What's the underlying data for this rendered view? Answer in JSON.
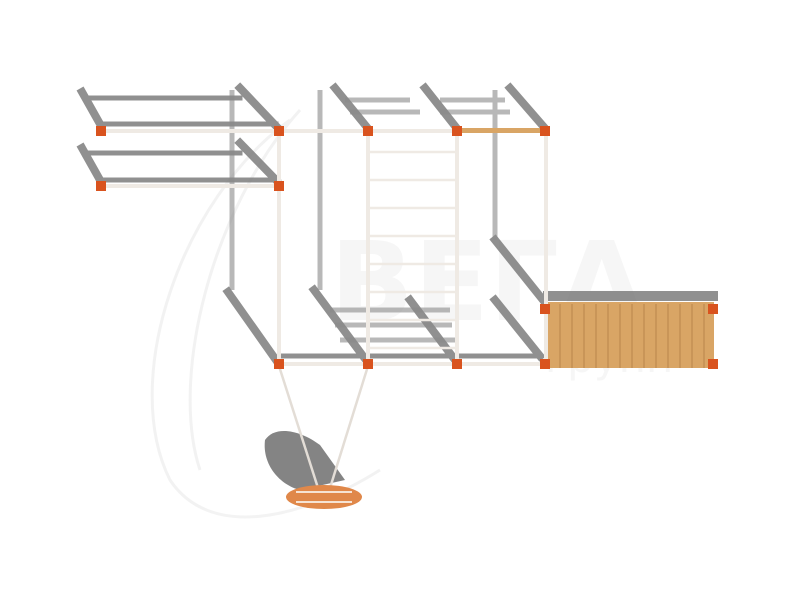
{
  "image": {
    "subject": "playground-complex-top-view",
    "watermark": {
      "brand": "ВЕГА",
      "suffix": "групп"
    }
  },
  "colors": {
    "cap": "#d9531e",
    "post": "#efeae4",
    "shadow": "#7d7d7d",
    "wood": "#d9a565",
    "seat": "#e0884a"
  }
}
